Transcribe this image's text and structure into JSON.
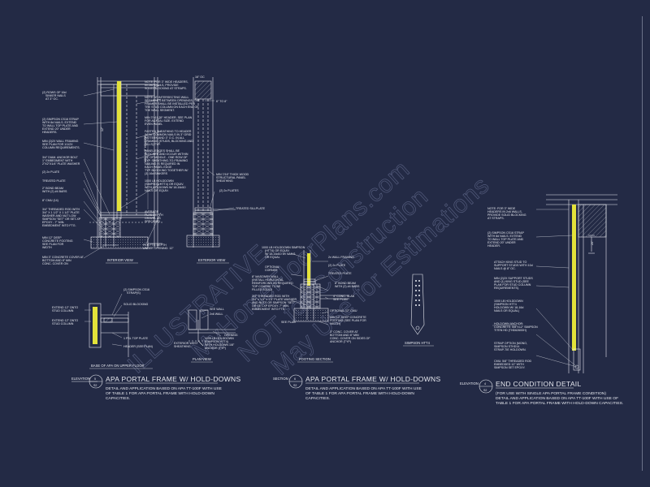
{
  "watermark": {
    "line1": "ILLUSTRATIVE",
    "line2": "MyHomeFloorPlans.com",
    "line3": "NOT for Construction",
    "line4": "May Use for Estimations"
  },
  "colors": {
    "background": "#232a45",
    "linework": "#e6e8ef",
    "highlight": "#e3e23a"
  },
  "detail1": {
    "notes_left": [
      "(2) ROWS OF 16d",
      "SINKER NAILS",
      "AT 3\" OC.",
      "(2) SIMPSON CS16 STRAP",
      "WITH 8d NAILS. EXTEND",
      "TO WALL TOP PLATE AND",
      "EXTEND 20\" UNDER",
      "HEADERS.",
      "MIN (2)2X WALL FRAMING",
      "SEE PLAN FOR 1/1/2X",
      "COLUMN REQUIREMENTS.",
      "3/4\" DIAM. ANCHOR BOLT",
      "1\" EMBEDMENT WITH",
      "2\"X2\"X1/4\" PLATE WASHER",
      "(2) 2x PLATE",
      "TREATED PLATE",
      "2\" BOND BEAM",
      "WITH (2) #4 BARS",
      "8\" CMU (14)",
      "3/4\" THREADED ROD WITH",
      "3/4\" X 1 1/2\" X 1 1/2\" PLATE",
      "WASHER AND NUT LOW",
      "SIMPSON \"SET\" OR SET-XP",
      "EPOXY - 7\" MIN.",
      "EMBEDMENT INTO FTG.",
      "MIN 12\" DEEP",
      "CONCRETE FOOTING",
      "SEE PLAN FOR",
      "WIDTH",
      "MIN 3\" CONCRETE COVER AT",
      "BOTTOM AND 8\" MIN",
      "CONC. COVER ON",
      "SIDES OF ANCHOR",
      "(TYP)"
    ],
    "notes_mid": [
      "NOTE: FOR 3\" WIDE HEADERS,",
      "IN 2x6 WALLS, PROVIDE",
      "SOLID BLOCKING AT STRAPS.",
      "NOTE: AT INTERSECTING WALL",
      "SEGMENTS BETWEEN OPENINGS, THE",
      "FRAMER SHALL BE INSTALLED PER",
      "THE STUD COLUMN ON EACH END OF",
      "THE WALL SEGMENT.",
      "MIN 3\"x11.25\" HEADER, SEE PLAN",
      "FOR ACTUAL SIZE. EXTEND",
      "EVEN PANEL",
      "FASTEN SHEATHING TO HEADER",
      "W/ 8d COMMON NAILS IN 3\" GRID",
      "PATTERN AND 3\" O.C. IN ALL",
      "FRAMING (STUDS, BLOCKING AND",
      "SILLS) TYP.",
      "PANEL EDGES SHALL BE",
      "BLOCKED AND OCCUR WITHIN",
      "24\" OF MIDDLE - ONE ROW OF",
      "TYP. SHEATHING-TO-FRAMING",
      "NAILING IS REQUIRED IN",
      "EACH PANEL EDGE",
      "TYP. BLOCKING TOGETHER W/",
      "(3) 16d SINKERS",
      "1000 LB HOLDDOWN",
      "(SIMPSON HTT4) OR EQUIV.",
      "WITH HOLDOWN W/ 18-16d10",
      "NAILS OR EQUIV.",
      "AVERAGE",
      "PLAN DEPTH",
      "GRAVEL AS",
      "SPECIFIED",
      "PER FTG DEPTH",
      "UNDER OPENING: 12\""
    ],
    "notes_ext": [
      "6\" TO 8\"",
      "MIN 7/16\" THICK WOOD",
      "STRUCTURAL PANEL",
      "SHEATHING",
      "(2) 2x PLATES",
      "TREATED SILLPLATE"
    ],
    "dims": [
      "12\"",
      "MIN 3 1/2\" HEADER",
      "16\" OC"
    ],
    "view_interior": "INTERIOR VIEW",
    "view_exterior": "EXTERIOR VIEW",
    "plan_notes": [
      "(2) SIMPSON CS16",
      "STRAP(S)",
      "SOLID BLOCKING",
      "EXTEND 12\" ONTO",
      "STUD COLUMN",
      "EXTEND 12\" ONTO",
      "STUD COLUMN",
      "1 PSL TOP PLATE",
      "HEADER (SEE PLAN)",
      "SEE WALL",
      "2x6 WALL",
      "OPENING",
      "EXTERIOR WEST",
      "SHEATHING",
      "1000 LB HOLDDOWN",
      "(SIMPSON HTT4)",
      "WITH HOLDOWN 1/8\"",
      "ANCHOR (TYP)"
    ],
    "caption_floor": "BASE OF APA ON UPPER FLOOR",
    "caption_plan": "PLAN VIEW",
    "callout_label": "ELEVATION",
    "callout_num": "5",
    "callout_sheet": "S2",
    "title": "APA PORTAL FRAME W/ HOLD-DOWNS",
    "description": [
      "DETAIL AND APPLICATION BASED ON APA TT-100F WITH USE",
      "OF TABLE 1 FOR APA PORTAL FRAME WITH HOLD-DOWN",
      "CAPACITIES."
    ]
  },
  "detail2": {
    "notes_left": [
      "1000 LB HOLDDOWN SIMPSON",
      "(HTT4) OR EQUIV.",
      "W/ 18-16d10 W/ NAILS",
      "OR EQUAL",
      "OPTIONAL",
      "CORNER",
      "8\" MASONRY WALL",
      "(INSTALL HORIZONTAL",
      "REINFORCING AS REQUIRED",
      "TOP COURSE TO BE",
      "FILLED SOLID)",
      "3/4\" THREADED ROD WITH",
      "3/4\" x 1.5\" x 1.5\" PLATE WASHER",
      "AND NUTS OR SIMPSON \"SET\"",
      "OR SET-XP EPOXY. 7\" MIN.",
      "EMBEDMENT INTO FTG.",
      "SEE PLAN"
    ],
    "notes_right": [
      "2x WALL FRAMING",
      "(2) 2x PLATE",
      "TREATED PLATE",
      "8\" BOND BEAM",
      "WITH (2) #4 BARS",
      "4\" CONC. SLAB",
      "SEE PLAN",
      "OPTIONAL 12\" CMU",
      "MIN 12\" DEEP CONCRETE",
      "FOOTING (SEE PLAN FOR",
      "WIDTH)",
      "3\" CONC. COVER AT",
      "BOTTOM AND 8\" MIN",
      "CONC. COVER ON SIDES OF",
      "ANCHOR (TYP)"
    ],
    "caption": "FOOTING SECTION",
    "part_caption": "SIMPSON HTT4",
    "callout_label": "SECTION",
    "callout_num": "6",
    "callout_sheet": "S2",
    "title": "APA PORTAL FRAME W/ HOLD-DOWNS",
    "description": [
      "DETAIL AND APPLICATION BASED ON APA TT-100F WITH USE",
      "OF TABLE 1 FOR APA PORTAL FRAME WITH HOLD-DOWN",
      "CAPACITIES."
    ]
  },
  "detail3": {
    "notes": [
      "NOTE: FOR 3\" WIDE",
      "HEADERS IN 2x6 WALLS,",
      "PROVIDE SOLID BLOCKING",
      "AT STRAPS.",
      "(2) SIMPSON CS16 STRAP",
      "WITH 8d NAILS. EXTEND",
      "TO WALL TOP PLATE AND",
      "EXTEND 20\" UNDER",
      "HEADER.",
      "ATTACH KING STUD TO",
      "SUPPORT STUDS WITH 10d",
      "NAILS @ 8\" OC.",
      "MIN (2)2X SUPPORT STUDS",
      "AND (1) KING STUD (SEE",
      "PLAN FOR STUD COLUMN",
      "REQUIREMENTS).",
      "1000 LB HOLDDOWN",
      "(SIMPSON HTT4",
      "HOLDOWN W/ 18-16d",
      "NAILS OR EQUAL)",
      "HOLDOWN ANCHOR:",
      "CONCRETE: 5/8\"X12\" SIMPSON",
      "TITEN HD (THD62600H)",
      "STRAP OPTION (MONO,",
      "SIMPSON STHD14",
      "STRAP-TIE HOLDOWN.",
      "CMU: 5/8\" THREADED ROD",
      "EMBEDDED 12\" WITH",
      "SIMPSON SET EPOXY."
    ],
    "dim": "20\"",
    "callout_label": "ELEVATION",
    "callout_num": "4",
    "callout_sheet": "S2",
    "title": "END CONDITION DETAIL",
    "description": [
      "(FOR USE WITH SINGLE APA PORTAL FRAME CONDITION)",
      "DETAIL AND APPLICATION BASED ON APA TT-100F WITH USE OF",
      "TABLE 1 FOR APA PORTAL FRAME WITH HOLD-DOWN CAPACITIES."
    ]
  }
}
